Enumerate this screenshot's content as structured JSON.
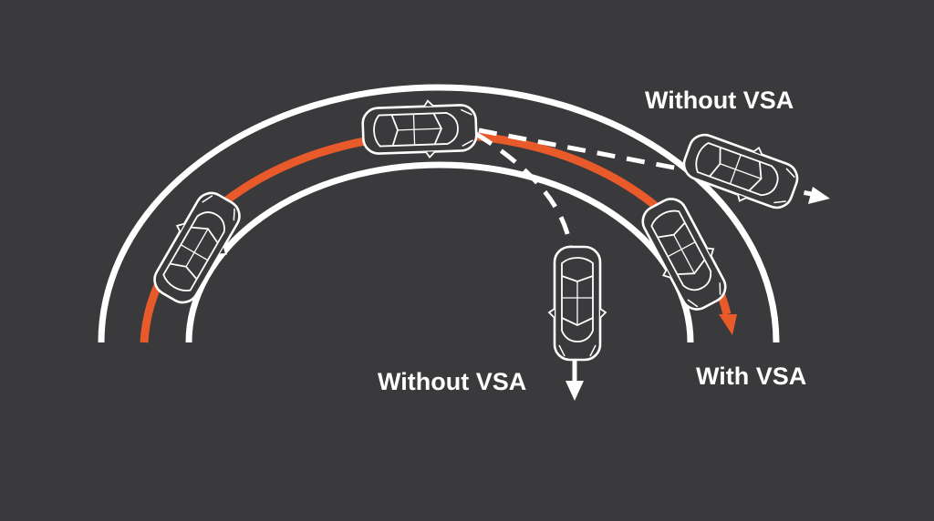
{
  "labels": {
    "without_vsa_top": "Without VSA",
    "without_vsa_bottom": "Without VSA",
    "with_vsa": "With VSA"
  },
  "colors": {
    "background": "#3a393b",
    "road_line": "#ffffff",
    "vsa_path": "#e85a2a",
    "dashed_path": "#ffffff"
  },
  "icons": [
    "car-icon",
    "arrowhead-icon"
  ]
}
